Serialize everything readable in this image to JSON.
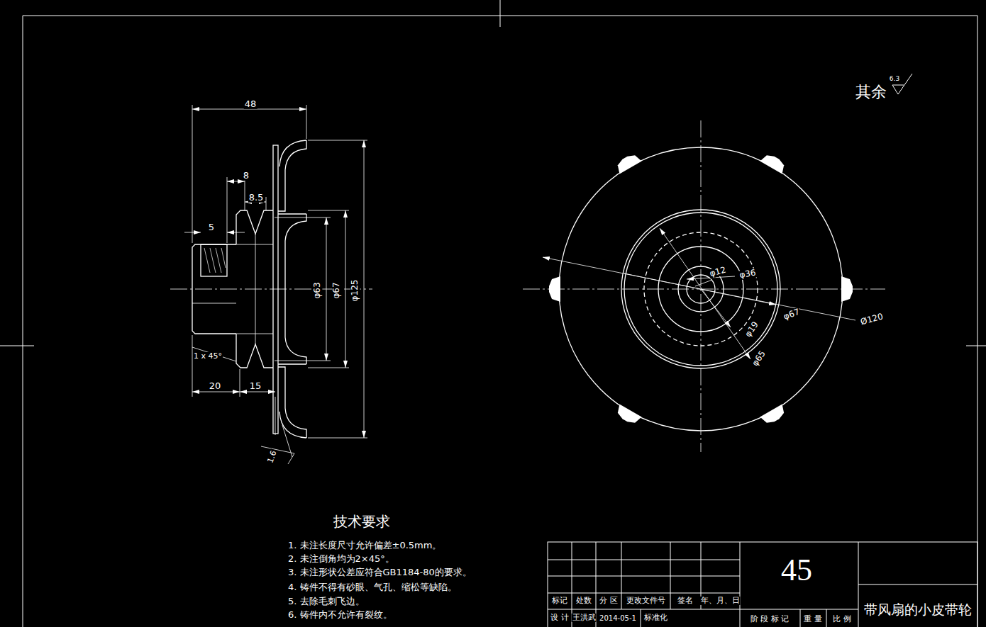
{
  "diagram": {
    "labels": [
      "48",
      "8",
      "8.5",
      "5",
      "φ63",
      "φ67",
      "φ125",
      "1 x 45°",
      "20",
      "15",
      "1.6",
      "φ12",
      "φ36",
      "φ67",
      "Ø120",
      "φ19",
      "φ65",
      "其余",
      "6.3",
      "技术要求",
      "1. 未注长度尺寸允许偏差±0.5mm。",
      "2. 未注倒角均为2×45°。",
      "3. 未注形状公差应符合GB1184-80的要求。",
      "4. 铸件不得有砂眼、气孔、缩松等缺陷。",
      "5. 去除毛刺飞边。",
      "6. 铸件内不允许有裂纹。",
      "标记",
      "处数",
      "分 区",
      "更改文件号",
      "签名",
      "年、月、日",
      "设 计",
      "王洪武",
      "2014-05-1",
      "标准化",
      "45",
      "阶 段 标 记",
      "重 量",
      "比 例",
      "带风扇的小皮带轮"
    ]
  }
}
